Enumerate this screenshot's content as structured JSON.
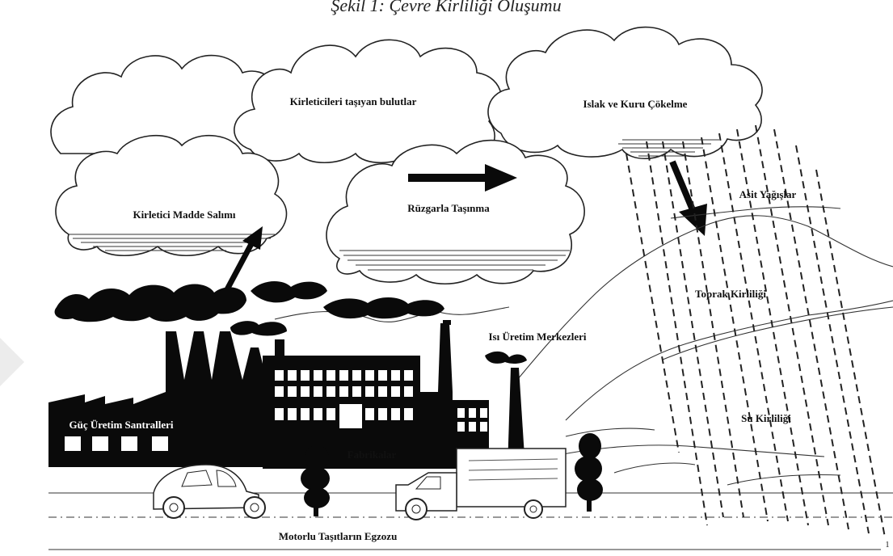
{
  "caption": "Şekil 1: Çevre Kirliliği Oluşumu",
  "labels": {
    "clouds_carrying": "Kirleticileri taşıyan bulutlar",
    "wet_dry_deposition": "Islak ve Kuru Çökelme",
    "emission": "Kirletici Madde Salımı",
    "wind_transport": "Rüzgarla Taşınma",
    "acid_rain": "Asit Yağışlar",
    "soil_pollution": "Toprak Kirliliği",
    "heat_plants": "Isı Üretim Merkezleri",
    "power_plants": "Güç Üretim Santralleri",
    "factories": "Fabrikalar",
    "water_pollution": "Su Kirliliği",
    "vehicle_exhaust": "Motorlu Taşıtların Egzozu"
  },
  "corner_mark": "1"
}
